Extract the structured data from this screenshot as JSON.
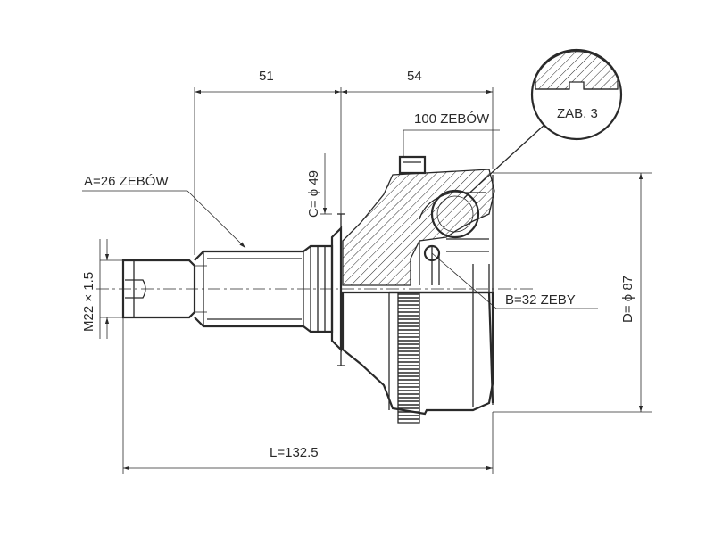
{
  "dimensions": {
    "top_left": "51",
    "top_right": "54",
    "spline_outer": "100 ZEBÓW",
    "spline_a": "A=26 ZEBÓW",
    "c_diameter": "C= ϕ 49",
    "thread": "M22 × 1.5",
    "spline_b": "B=32 ZEBY",
    "d_diameter": "D= ϕ 87",
    "length": "L=132.5"
  },
  "detail_label": "ZAB. 3",
  "colors": {
    "ink": "#2a2a2a",
    "background": "#ffffff"
  }
}
